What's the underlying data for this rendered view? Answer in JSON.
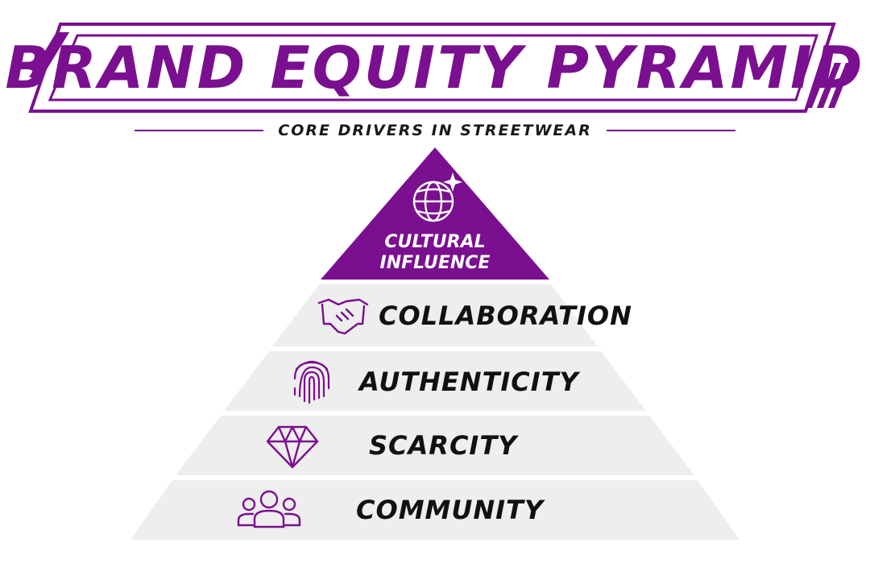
{
  "title": "BRAND EQUITY PYRAMID",
  "subtitle": "CORE DRIVERS IN STREETWEAR",
  "colors": {
    "accent": "#7a0f8f",
    "tier_fill": "#eeeeee",
    "text": "#111111"
  },
  "apex": {
    "line1": "CULTURAL",
    "line2": "INFLUENCE",
    "icon": "globe-sparkle-icon"
  },
  "tiers": [
    {
      "label": "COLLABORATION",
      "icon": "handshake-icon"
    },
    {
      "label": "AUTHENTICITY",
      "icon": "fingerprint-icon"
    },
    {
      "label": "SCARCITY",
      "icon": "diamond-icon"
    },
    {
      "label": "COMMUNITY",
      "icon": "people-group-icon"
    }
  ]
}
